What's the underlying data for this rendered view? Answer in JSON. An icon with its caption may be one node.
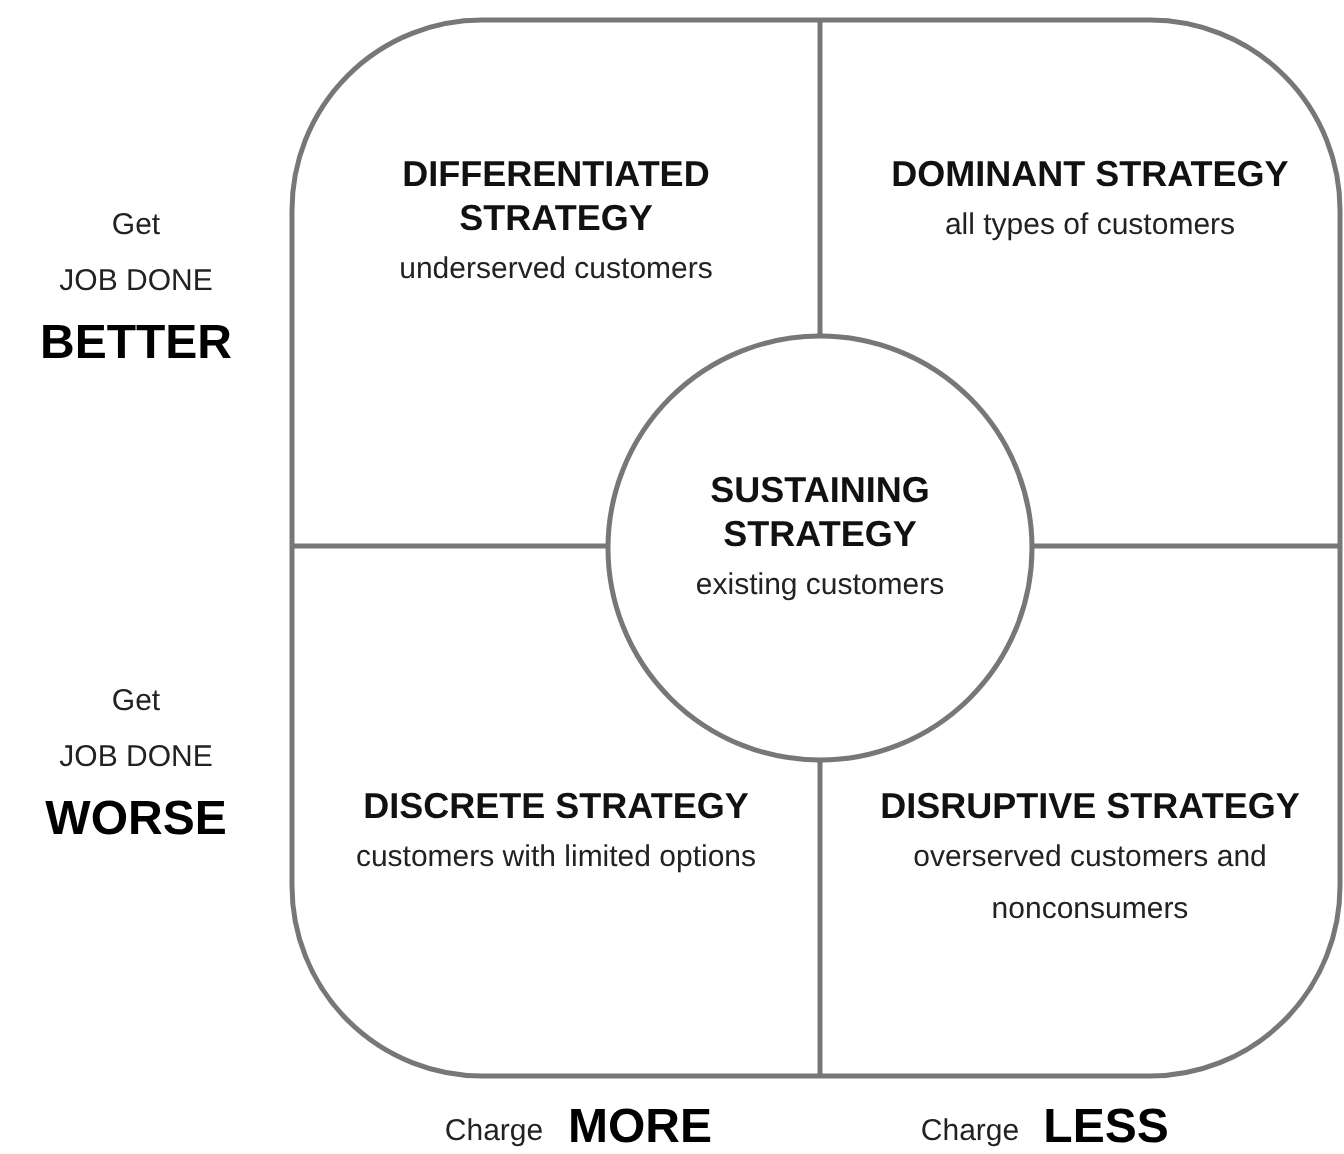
{
  "diagram": {
    "nodes": [
      {
        "text": [
          "DIFFERENTIATED STRATEGY",
          "underserved customers"
        ]
      },
      {
        "text": [
          "DOMINANT STRATEGY",
          "all types of customers"
        ]
      },
      {
        "text": [
          "SUSTAINING STRATEGY",
          "existing customers"
        ]
      },
      {
        "text": [
          "DISCRETE STRATEGY",
          "customers with limited options"
        ]
      },
      {
        "text": [
          "DISRUPTIVE STRATEGY",
          "overserved customers and nonconsumers"
        ]
      }
    ],
    "edges": [],
    "labels": [
      "Get",
      "JOB DONE",
      "BETTER",
      "Get",
      "JOB DONE",
      "WORSE",
      "Charge",
      "MORE",
      "Charge",
      "LESS"
    ]
  }
}
